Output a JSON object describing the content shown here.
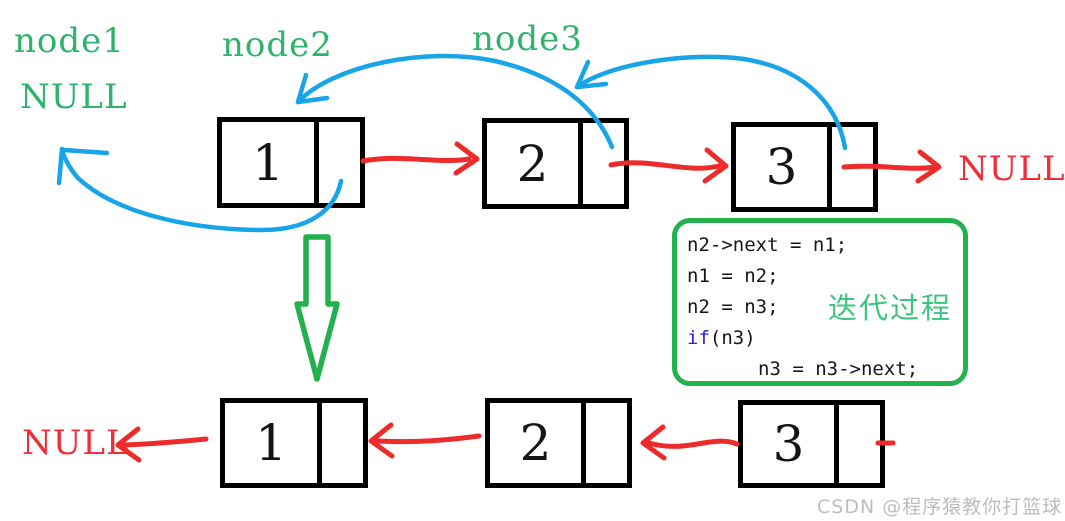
{
  "labels": {
    "node1": "node1",
    "node2": "node2",
    "node3": "node3",
    "null_initial": "NULL",
    "null_top_right": "NULL",
    "null_bottom_left": "NULL"
  },
  "top_list": {
    "description": "original list 1->2->3->NULL with blue re-pointing arrows",
    "nodes": [
      {
        "value": "1"
      },
      {
        "value": "2"
      },
      {
        "value": "3"
      }
    ]
  },
  "bottom_list": {
    "description": "reversed list NULL<-1<-2<-3",
    "nodes": [
      {
        "value": "1"
      },
      {
        "value": "2"
      },
      {
        "value": "3"
      }
    ]
  },
  "code_box": {
    "lines": [
      "n2->next = n1;",
      "n1 = n2;",
      "n2 = n3;"
    ],
    "if_keyword": "if",
    "if_condition": "(n3)",
    "last_line": "n3 = n3->next;",
    "annotation": "迭代过程"
  },
  "watermark": "CSDN @程序猿教你打篮球",
  "colors": {
    "green_label": "#2eb26c",
    "green_shape": "#22b14c",
    "green_annotation": "#3cc480",
    "blue_pointer": "#18a5e8",
    "red_arrow": "#ed2b2b",
    "red_null": "#ee2f3a",
    "keyword_blue": "#2626d8",
    "box_border": "#000000",
    "watermark_gray": "#bdbdbd"
  }
}
